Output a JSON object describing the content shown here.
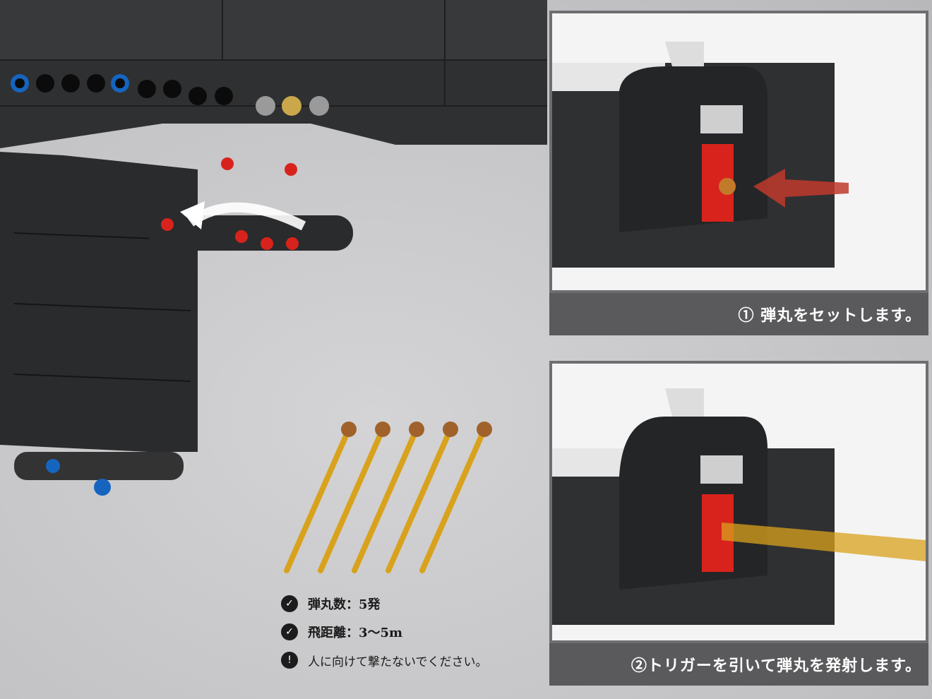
{
  "panels": [
    {
      "caption": "① 弾丸をセットします。"
    },
    {
      "caption": "②トリガーを引いて弾丸を発射します。"
    }
  ],
  "specs": [
    {
      "icon": "check-icon",
      "text": "弾丸数：5発"
    },
    {
      "icon": "check-icon",
      "text": "飛距離：3〜5m"
    },
    {
      "icon": "exclamation-icon",
      "text": "人に向けて撃たないでください。"
    }
  ],
  "bullet_count": 5,
  "colors": {
    "body": "#2c2d2f",
    "red": "#d8231c",
    "gold": "#d9a21c",
    "caption_bg": "#5a5a5c"
  }
}
